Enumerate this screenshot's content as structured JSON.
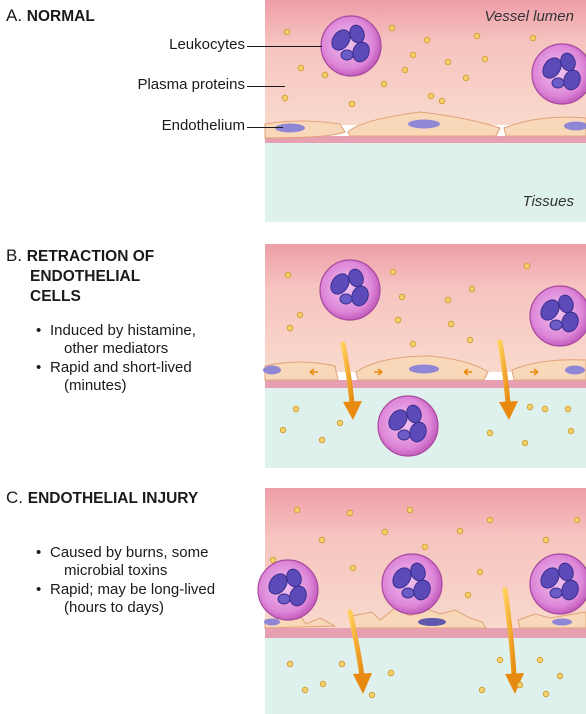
{
  "section_a": {
    "letter": "A.",
    "title": "NORMAL",
    "labels": {
      "leukocytes": "Leukocytes",
      "plasma_proteins": "Plasma proteins",
      "endothelium": "Endothelium",
      "vessel_lumen": "Vessel lumen",
      "tissues": "Tissues"
    }
  },
  "section_b": {
    "letter": "B.",
    "title_line1": "RETRACTION OF",
    "title_line2": "ENDOTHELIAL",
    "title_line3": "CELLS",
    "bullets": [
      {
        "line1": "Induced by histamine,",
        "line2": "other mediators"
      },
      {
        "line1": "Rapid and short-lived",
        "line2": "(minutes)"
      }
    ]
  },
  "section_c": {
    "letter": "C.",
    "title": "ENDOTHELIAL INJURY",
    "bullets": [
      {
        "line1": "Caused by burns, some",
        "line2": "microbial toxins"
      },
      {
        "line1": "Rapid; may be long-lived",
        "line2": "(hours to days)"
      }
    ]
  },
  "colors": {
    "lumen": "#f6c9c0",
    "tissue": "#dff1ec",
    "endothelium": "#f8d7b6",
    "membrane": "#e9a5b4",
    "nucleus_endo": "#8c86d6",
    "leukocyte_body": "#d86fd2",
    "leukocyte_nucleus": "#5b46b5",
    "protein": "#f2c25a",
    "arrow": "#f0a21c"
  }
}
